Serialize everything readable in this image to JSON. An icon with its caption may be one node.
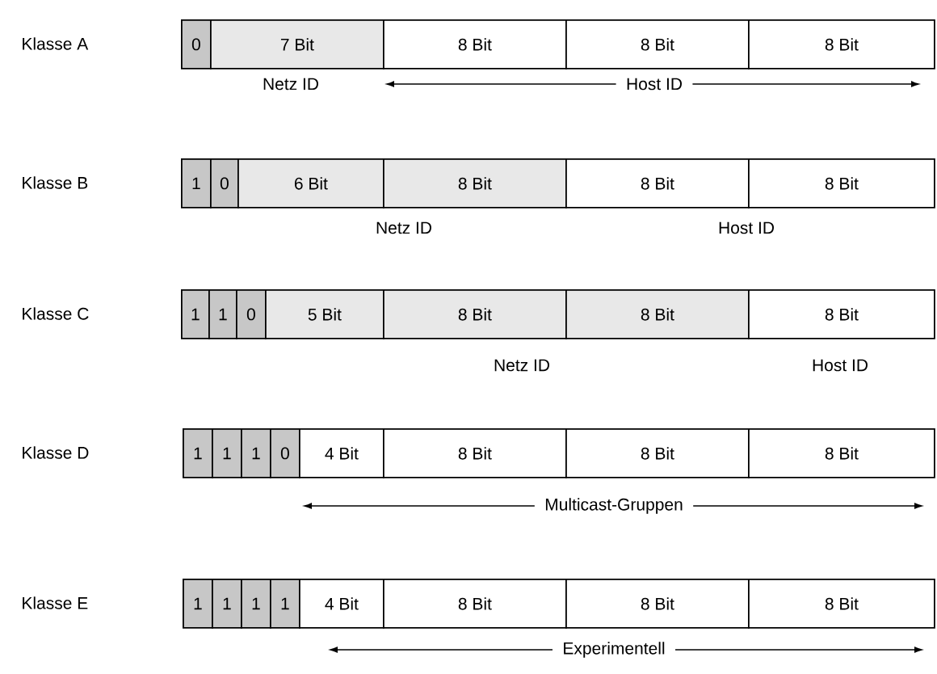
{
  "diagram": {
    "nodes": [
      {
        "text": [
          "0"
        ]
      },
      {
        "text": [
          "7 Bit"
        ]
      },
      {
        "text": [
          "8 Bit"
        ]
      },
      {
        "text": [
          "8 Bit"
        ]
      },
      {
        "text": [
          "8 Bit"
        ]
      },
      {
        "text": [
          "1"
        ]
      },
      {
        "text": [
          "0"
        ]
      },
      {
        "text": [
          "6 Bit"
        ]
      },
      {
        "text": [
          "8 Bit"
        ]
      },
      {
        "text": [
          "8 Bit"
        ]
      },
      {
        "text": [
          "8 Bit"
        ]
      },
      {
        "text": [
          "1"
        ]
      },
      {
        "text": [
          "1"
        ]
      },
      {
        "text": [
          "0"
        ]
      },
      {
        "text": [
          "5 Bit"
        ]
      },
      {
        "text": [
          "8 Bit"
        ]
      },
      {
        "text": [
          "8 Bit"
        ]
      },
      {
        "text": [
          "8 Bit"
        ]
      },
      {
        "text": [
          "1"
        ]
      },
      {
        "text": [
          "1"
        ]
      },
      {
        "text": [
          "1"
        ]
      },
      {
        "text": [
          "0"
        ]
      },
      {
        "text": [
          "4 Bit"
        ]
      },
      {
        "text": [
          "8 Bit"
        ]
      },
      {
        "text": [
          "8 Bit"
        ]
      },
      {
        "text": [
          "8 Bit"
        ]
      },
      {
        "text": [
          "1"
        ]
      },
      {
        "text": [
          "1"
        ]
      },
      {
        "text": [
          "1"
        ]
      },
      {
        "text": [
          "1"
        ]
      },
      {
        "text": [
          "4 Bit"
        ]
      },
      {
        "text": [
          "8 Bit"
        ]
      },
      {
        "text": [
          "8 Bit"
        ]
      },
      {
        "text": [
          "8 Bit"
        ]
      }
    ],
    "labels": [
      "Klasse A",
      "Netz ID",
      "Host ID",
      "Klasse B",
      "Netz ID",
      "Host ID",
      "Klasse C",
      "Netz ID",
      "Host ID",
      "Klasse D",
      "Multicast-Gruppen",
      "Klasse E",
      "Experimentell"
    ]
  }
}
